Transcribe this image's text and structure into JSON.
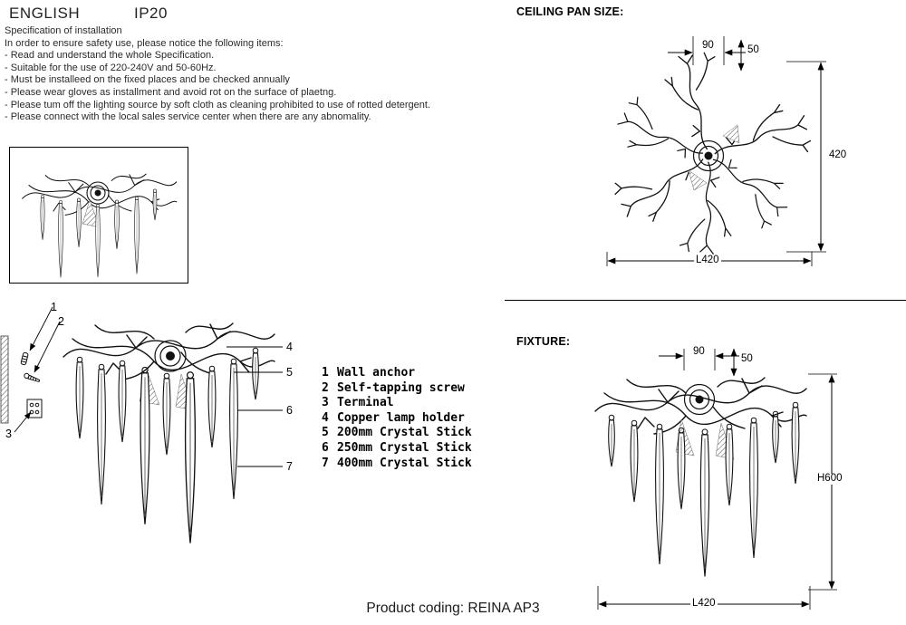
{
  "header": {
    "language": "ENGLISH",
    "ip_rating": "IP20"
  },
  "spec": {
    "title": "Specification of installation",
    "intro": "In order to ensure safety use, please notice the following items:",
    "items": [
      "- Read and understand the whole Specification.",
      "- Suitable for the use of 220-240V and 50-60Hz.",
      "- Must be installeed on the fixed places and be checked annually",
      "- Please wear gloves as installment and avoid rot on the surface of plaetng.",
      "- Please tum off the lighting source by soft cloth as cleaning prohibited to use of rotted detergent.",
      "- Please connect with the local sales service center when there are any abnomality."
    ]
  },
  "parts": {
    "items": [
      {
        "num": "1",
        "label": "Wall anchor"
      },
      {
        "num": "2",
        "label": "Self-tapping screw"
      },
      {
        "num": "3",
        "label": "Terminal"
      },
      {
        "num": "4",
        "label": "Copper lamp holder"
      },
      {
        "num": "5",
        "label": "200mm Crystal Stick"
      },
      {
        "num": "6",
        "label": "250mm Crystal Stick"
      },
      {
        "num": "7",
        "label": "400mm Crystal Stick"
      }
    ]
  },
  "ceiling": {
    "title": "CEILING PAN SIZE:",
    "dims": {
      "w90": "90",
      "d50": "50",
      "v420": "420",
      "l420": "L420"
    }
  },
  "fixture": {
    "title": "FIXTURE:",
    "dims": {
      "w90": "90",
      "d50": "50",
      "h600": "H600",
      "l420": "L420"
    }
  },
  "footer": {
    "product_coding": "Product coding: REINA AP3"
  },
  "colors": {
    "ink": "#111111",
    "background": "#ffffff"
  }
}
